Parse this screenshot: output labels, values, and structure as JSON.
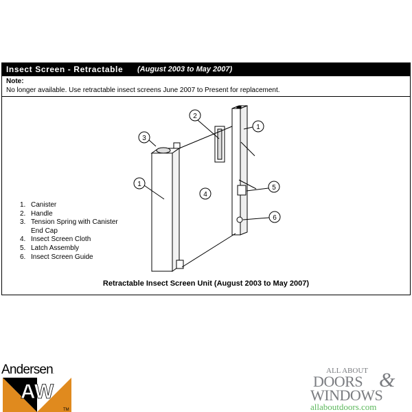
{
  "header": {
    "title": "Insect Screen - Retractable",
    "date_range": "(August 2003 to May 2007)"
  },
  "note": {
    "label": "Note:",
    "text": "No longer available. Use retractable insect screens June 2007 to Present for replacement."
  },
  "legend": [
    {
      "num": "1.",
      "label": "Canister"
    },
    {
      "num": "2.",
      "label": "Handle"
    },
    {
      "num": "3.",
      "label": "Tension Spring with Canister",
      "cont": "End Cap"
    },
    {
      "num": "4.",
      "label": "Insect Screen Cloth"
    },
    {
      "num": "5.",
      "label": "Latch Assembly"
    },
    {
      "num": "6.",
      "label": "Insect Screen Guide"
    }
  ],
  "callouts": [
    "1",
    "2",
    "3",
    "1",
    "4",
    "5",
    "6"
  ],
  "caption": "Retractable Insect Screen Unit (August 2003 to May 2007)",
  "logos": {
    "andersen": {
      "name": "Andersen.",
      "mark": "AW",
      "tm": "TM",
      "orange": "#e08a1e"
    },
    "aad": {
      "line1": "ALL ABOUT",
      "line2": "DOORS",
      "amp": "&",
      "line3": "WINDOWS",
      "url": "allaboutdoors.com"
    }
  }
}
